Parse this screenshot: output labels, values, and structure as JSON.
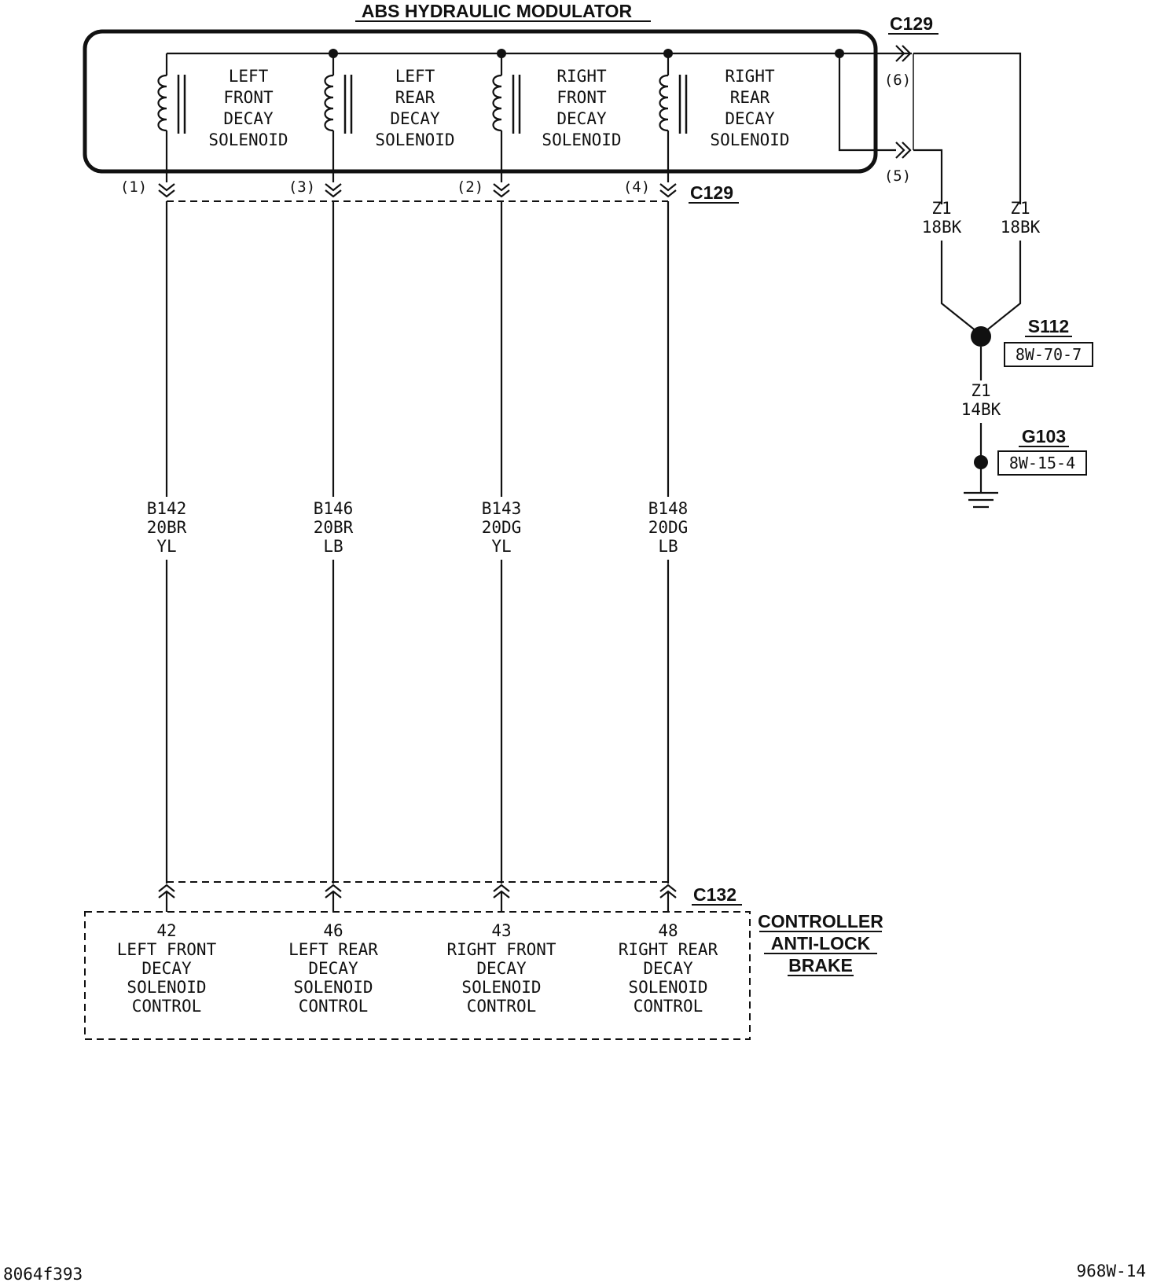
{
  "modulator": {
    "title": "ABS HYDRAULIC MODULATOR",
    "solenoids": [
      {
        "lines": [
          "LEFT",
          "FRONT",
          "DECAY",
          "SOLENOID"
        ],
        "pin": "(1)"
      },
      {
        "lines": [
          "LEFT",
          "REAR",
          "DECAY",
          "SOLENOID"
        ],
        "pin": "(3)"
      },
      {
        "lines": [
          "RIGHT",
          "FRONT",
          "DECAY",
          "SOLENOID"
        ],
        "pin": "(2)"
      },
      {
        "lines": [
          "RIGHT",
          "REAR",
          "DECAY",
          "SOLENOID"
        ],
        "pin": "(4)"
      }
    ],
    "ground_pins": [
      "(6)",
      "(5)"
    ]
  },
  "connectors": {
    "c129_top": "C129",
    "c129_bottom": "C129",
    "c132": "C132"
  },
  "wires": [
    {
      "circuit": "B142",
      "gauge": "20BR",
      "tracer": "YL"
    },
    {
      "circuit": "B146",
      "gauge": "20BR",
      "tracer": "LB"
    },
    {
      "circuit": "B143",
      "gauge": "20DG",
      "tracer": "YL"
    },
    {
      "circuit": "B148",
      "gauge": "20DG",
      "tracer": "LB"
    }
  ],
  "ground_wires": {
    "left": {
      "circuit": "Z1",
      "gauge": "18BK"
    },
    "right": {
      "circuit": "Z1",
      "gauge": "18BK"
    },
    "splice_out": {
      "circuit": "Z1",
      "gauge": "14BK"
    }
  },
  "splice": {
    "name": "S112",
    "ref": "8W-70-7"
  },
  "ground": {
    "name": "G103",
    "ref": "8W-15-4"
  },
  "controller": {
    "title_lines": [
      "CONTROLLER",
      "ANTI-LOCK",
      "BRAKE"
    ],
    "pins": [
      {
        "lines": [
          "42",
          "LEFT FRONT",
          "DECAY",
          "SOLENOID",
          "CONTROL"
        ]
      },
      {
        "lines": [
          "46",
          "LEFT REAR",
          "DECAY",
          "SOLENOID",
          "CONTROL"
        ]
      },
      {
        "lines": [
          "43",
          "RIGHT FRONT",
          "DECAY",
          "SOLENOID",
          "CONTROL"
        ]
      },
      {
        "lines": [
          "48",
          "RIGHT REAR",
          "DECAY",
          "SOLENOID",
          "CONTROL"
        ]
      }
    ]
  },
  "footer": {
    "left": "8064f393",
    "right": "968W-14"
  }
}
